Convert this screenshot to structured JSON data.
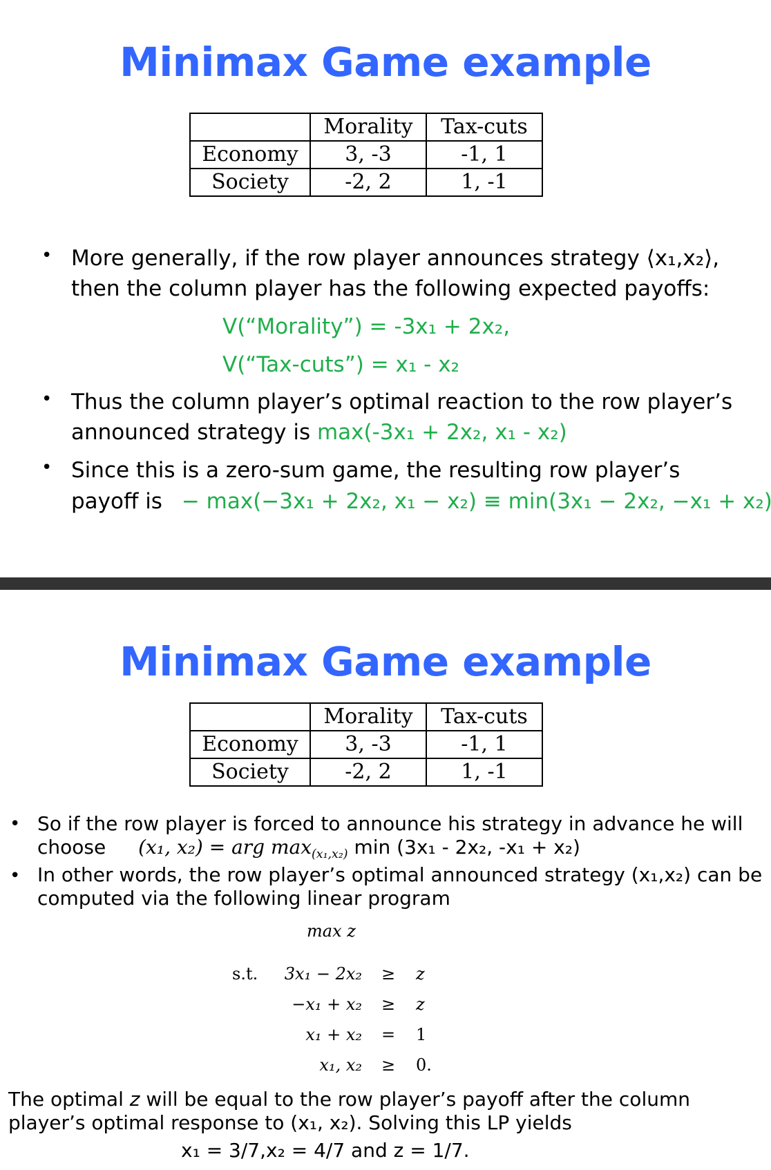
{
  "slide1": {
    "title": "Minimax Game example",
    "table": {
      "header": [
        "",
        "Morality",
        "Tax-cuts"
      ],
      "rows": [
        [
          "Economy",
          "3, -3",
          "-1, 1"
        ],
        [
          "Society",
          "-2, 2",
          "1, -1"
        ]
      ]
    },
    "b1_line1": "More generally, if the row player announces strategy ⟨x₁,x₂⟩,",
    "b1_line2": "then the column player has the following expected payoffs:",
    "eq1": "V(“Morality”) = -3x₁ + 2x₂,",
    "eq2": "V(“Tax-cuts”)  =  x₁ -  x₂",
    "b2_line1": "Thus the column player’s optimal reaction to the row player’s",
    "b2_line2_prefix": "announced strategy is",
    "b2_line2_green": "max(-3x₁ + 2x₂, x₁ -  x₂)",
    "b3_line1": "Since this is a zero-sum game, the resulting row player’s",
    "b3_line2_prefix": "payoff is",
    "b3_line2_green": "− max(−3x₁ + 2x₂, x₁ − x₂) ≡ min(3x₁ − 2x₂, −x₁ + x₂)",
    "b3_period": "."
  },
  "slide2": {
    "title": "Minimax Game example",
    "table": {
      "header": [
        "",
        "Morality",
        "Tax-cuts"
      ],
      "rows": [
        [
          "Economy",
          "3, -3",
          "-1, 1"
        ],
        [
          "Society",
          "-2, 2",
          "1, -1"
        ]
      ]
    },
    "b1_line1": "So if the row player is forced to announce his strategy in advance he will",
    "b1_line2_prefix": "choose",
    "b1_line2_math": "(x₁, x₂) = arg max",
    "b1_line2_sub": "(x₁,x₂)",
    "b1_line2_tail": "min (3x₁ - 2x₂, -x₁ + x₂)",
    "b2_line1": "In other words, the row player’s optimal announced strategy (x₁,x₂) can be",
    "b2_line2": "computed via the following linear program",
    "lp": {
      "objective": "max z",
      "st": "s.t.",
      "rows": [
        {
          "lhs": "3x₁ − 2x₂",
          "op": "≥",
          "rhs": "z"
        },
        {
          "lhs": "−x₁ + x₂",
          "op": "≥",
          "rhs": "z"
        },
        {
          "lhs": "x₁ + x₂",
          "op": "=",
          "rhs": "1"
        },
        {
          "lhs": "x₁, x₂",
          "op": "≥",
          "rhs": "0."
        }
      ]
    },
    "c_line1_a": "The optimal",
    "c_line1_z": "z",
    "c_line1_b": "will be equal to the row player’s payoff after the column",
    "c_line2": "player’s optimal response to (x₁, x₂). Solving this LP yields",
    "c_line3": "x₁ = 3/7,x₂ = 4/7 and z = 1/7."
  },
  "colors": {
    "title": "#3366ff",
    "green": "#1fae4b",
    "separator": "#333333"
  }
}
